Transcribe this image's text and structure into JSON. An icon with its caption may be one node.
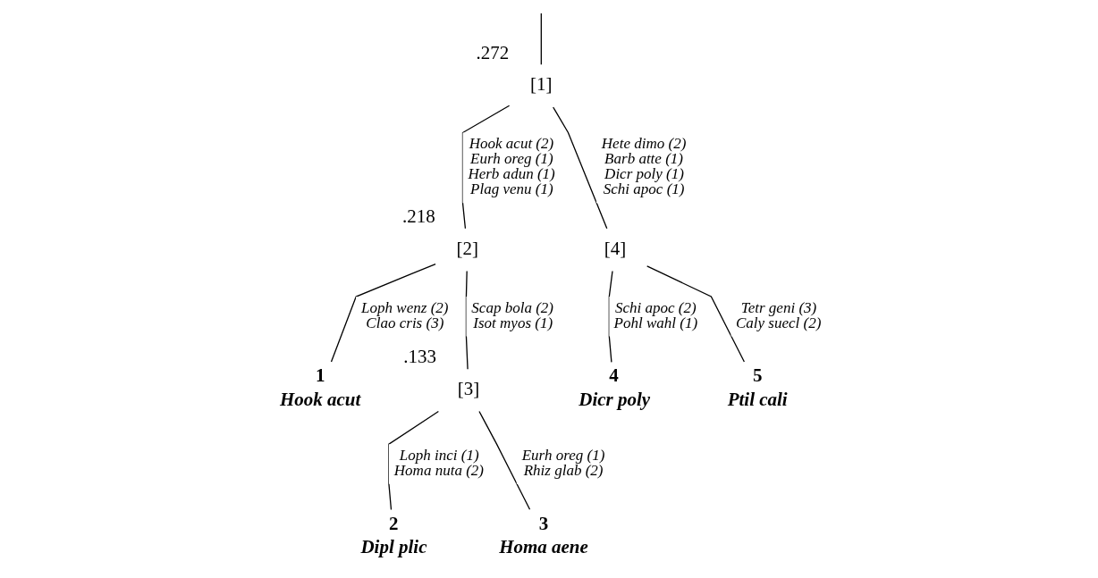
{
  "diagram": {
    "nodes": [
      {
        "text": [
          "[1]"
        ],
        "beside": [
          ".272"
        ]
      },
      {
        "text": [
          "[2]"
        ],
        "beside": [
          ".218"
        ]
      },
      {
        "text": [
          "1",
          "Hook acut"
        ]
      },
      {
        "text": [
          "[3]"
        ],
        "beside": [
          ".133"
        ]
      },
      {
        "text": [
          "2",
          "Dipl plic"
        ]
      },
      {
        "text": [
          "3",
          "Homa aene"
        ]
      },
      {
        "text": [
          "[4]"
        ]
      },
      {
        "text": [
          "4",
          "Dicr poly"
        ]
      },
      {
        "text": [
          "5",
          "Ptil cali"
        ]
      }
    ],
    "edges": [
      {
        "from": null,
        "to": 0,
        "arrow": "none"
      },
      {
        "from": 0,
        "to": 1,
        "arrow": "none",
        "label": "Hook acut (2) Eurh oreg (1) Herb adun (1) Plag venu (1)"
      },
      {
        "from": 0,
        "to": 6,
        "arrow": "none",
        "label": "Hete dimo (2) Barb atte (1) Dicr poly (1) Schi apoc (1)"
      },
      {
        "from": 1,
        "to": 2,
        "arrow": "none",
        "label": "Loph wenz (2) Clao cris (3)"
      },
      {
        "from": 1,
        "to": 3,
        "arrow": "none",
        "label": "Scap bola (2) Isot myos (1)"
      },
      {
        "from": 3,
        "to": 4,
        "arrow": "none",
        "label": "Loph inci (1) Homa nuta (2)"
      },
      {
        "from": 3,
        "to": 5,
        "arrow": "none",
        "label": "Eurh oreg (1) Rhiz glab (2)"
      },
      {
        "from": 6,
        "to": 7,
        "arrow": "none",
        "label": "Schi apoc (2) Pohl wahl (1)"
      },
      {
        "from": 6,
        "to": 8,
        "arrow": "none",
        "label": "Tetr geni (3) Caly suecl (2)"
      }
    ]
  }
}
